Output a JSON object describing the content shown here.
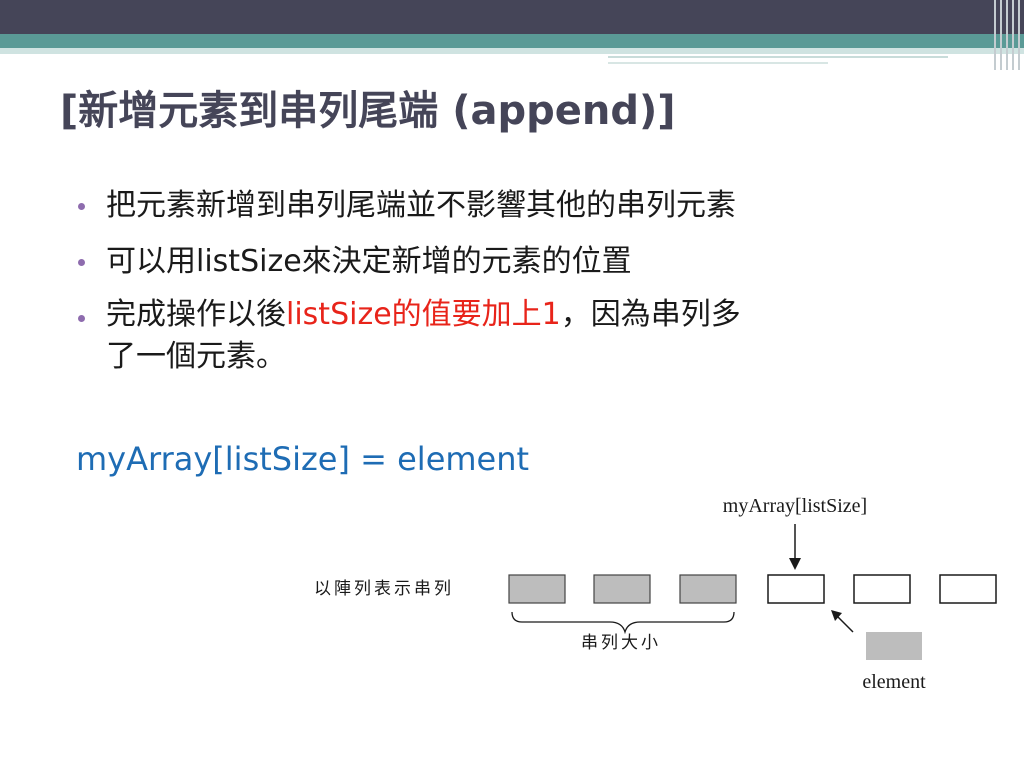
{
  "title": "[新增元素到串列尾端 (append)]",
  "bullets": [
    {
      "text": "把元素新增到串列尾端並不影響其他的串列元素"
    },
    {
      "parts": [
        "可以用",
        "listSize",
        "來決定新增的元素的位置"
      ]
    },
    {
      "parts": [
        "完成操作以後",
        "listSize的值要加上1",
        "，因為串列多",
        "了一個元素。"
      ]
    }
  ],
  "formula": "myArray[listSize] = element",
  "diagram": {
    "pointer_label": "myArray[listSize]",
    "row_label": "以陣列表示串列",
    "brace_label": "串列大小",
    "element_label": "element",
    "filled_cells": 3,
    "empty_cells": 3,
    "filled_color": "#bdbdbd"
  },
  "colors": {
    "title": "#454558",
    "bullet_dot": "#8e6cae",
    "highlight_red": "#e8241a",
    "formula_blue": "#1e6cb4",
    "band_dark": "#454558",
    "band_teal": "#5a9a96"
  }
}
